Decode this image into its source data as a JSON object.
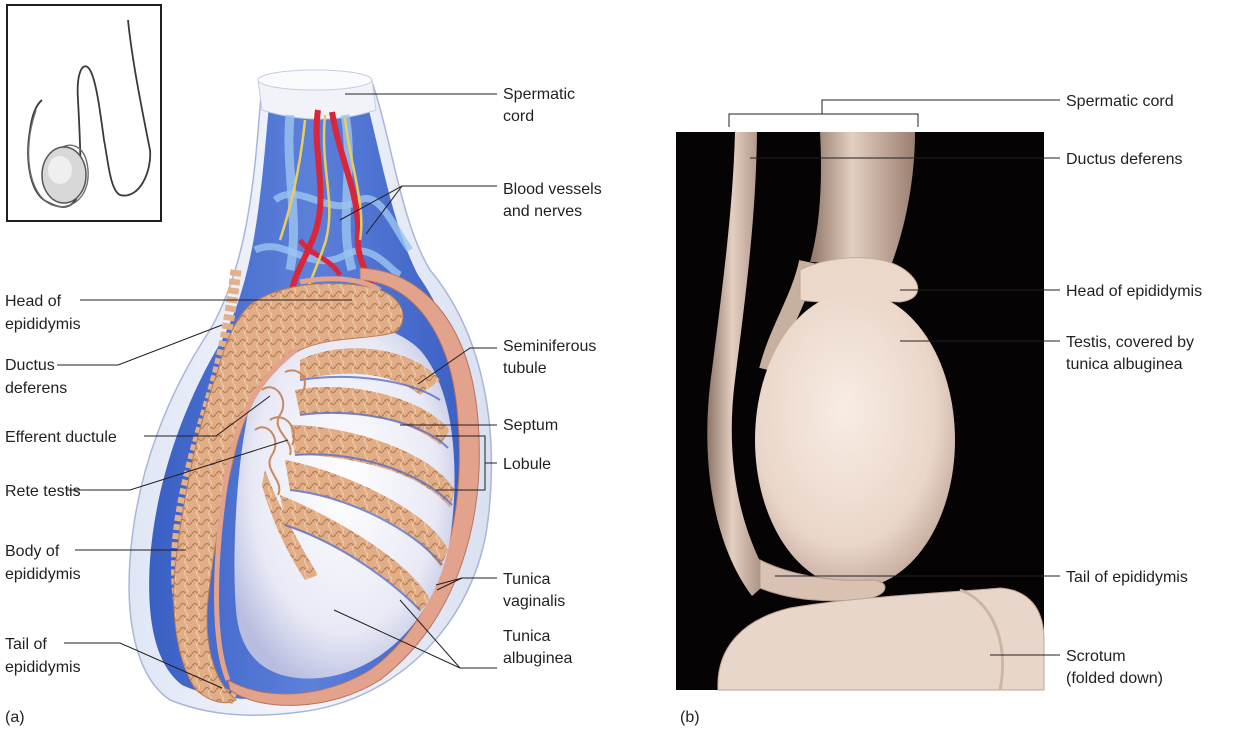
{
  "panel_a": {
    "letter": "(a)",
    "labels": {
      "spermatic_cord": [
        "Spermatic",
        "cord"
      ],
      "blood_vessels": [
        "Blood vessels",
        "and nerves"
      ],
      "head_epididymis": [
        "Head of",
        "epididymis"
      ],
      "ductus_deferens": [
        "Ductus",
        "deferens"
      ],
      "seminiferous": [
        "Seminiferous",
        "tubule"
      ],
      "septum": "Septum",
      "lobule": "Lobule",
      "efferent": "Efferent ductule",
      "rete": "Rete testis",
      "body_epididymis": [
        "Body of",
        "epididymis"
      ],
      "tunica_vaginalis": [
        "Tunica",
        "vaginalis"
      ],
      "tunica_albuginea": [
        "Tunica",
        "albuginea"
      ],
      "tail_epididymis": [
        "Tail of",
        "epididymis"
      ]
    }
  },
  "panel_b": {
    "letter": "(b)",
    "labels": {
      "spermatic_cord": "Spermatic cord",
      "ductus_deferens": "Ductus deferens",
      "head_epididymis": "Head of epididymis",
      "testis": [
        "Testis, covered by",
        "tunica albuginea"
      ],
      "tail_epididymis": "Tail of epididymis",
      "scrotum": [
        "Scrotum",
        "(folded down)"
      ]
    }
  },
  "colors": {
    "blue": "#3f64c8",
    "light_blue": "#8fb3ea",
    "tubule": "#e3b089",
    "tunica_pink": "#e2a28c",
    "vessel_red": "#d8263a",
    "nerve_yellow": "#e8cf5a",
    "photo_bg": "#050303",
    "tissue": "#e6d4c6"
  }
}
